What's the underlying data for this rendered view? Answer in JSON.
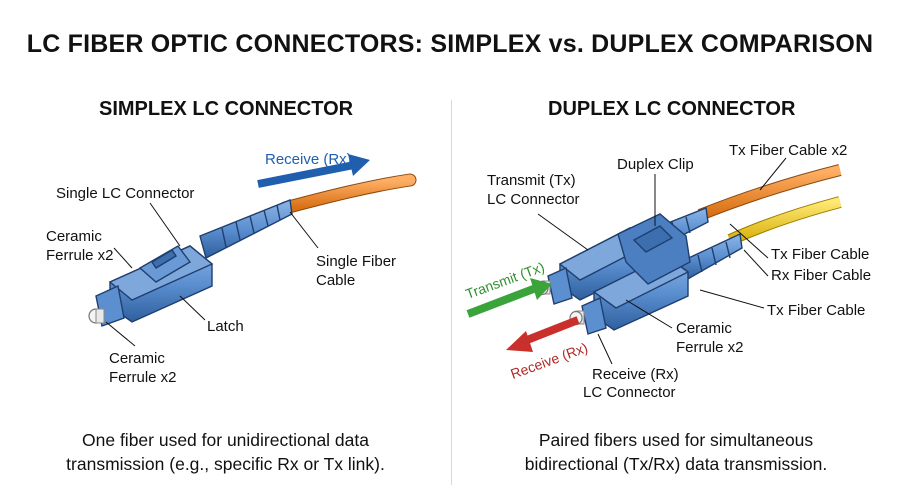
{
  "title": "LC FIBER OPTIC CONNECTORS: SIMPLEX vs. DUPLEX COMPARISON",
  "simplex": {
    "heading": "SIMPLEX LC CONNECTOR",
    "labels": {
      "receive": "Receive (Rx)",
      "single_connector": "Single LC Connector",
      "ceramic_top_1": "Ceramic",
      "ceramic_top_2": "Ferrule x2",
      "single_fiber_1": "Single Fiber",
      "single_fiber_2": "Cable",
      "latch": "Latch",
      "ceramic_bottom_1": "Ceramic",
      "ceramic_bottom_2": "Ferrule x2"
    },
    "caption_1": "One fiber used for unidirectional data",
    "caption_2": "transmission (e.g., specific Rx or Tx link)."
  },
  "duplex": {
    "heading": "DUPLEX LC CONNECTOR",
    "labels": {
      "tx_cable_x2": "Tx Fiber Cable x2",
      "duplex_clip": "Duplex Clip",
      "tx_connector_1": "Transmit (Tx)",
      "tx_connector_2": "LC Connector",
      "tx_fiber_cable": "Tx Fiber Cable",
      "rx_fiber_cable": "Rx Fiber Cable",
      "tx_fiber_cable_b": "Tx Fiber Cable",
      "transmit_arrow": "Transmit (Tx)",
      "receive_arrow": "Receive (Rx)",
      "ceramic_1": "Ceramic",
      "ceramic_2": "Ferrule x2",
      "rx_connector_1": "Receive (Rx)",
      "rx_connector_2": "LC Connector"
    },
    "caption_1": "Paired fibers used for simultaneous",
    "caption_2": "bidirectional (Tx/Rx) data transmission."
  },
  "colors": {
    "connector_blue": "#5b8fd0",
    "connector_dark": "#2f5f9e",
    "fiber_orange": "#f08a2c",
    "fiber_yellow": "#f2cf2a",
    "arrow_blue": "#1f5fae",
    "arrow_green": "#3aa43a",
    "arrow_red": "#c9302c"
  }
}
